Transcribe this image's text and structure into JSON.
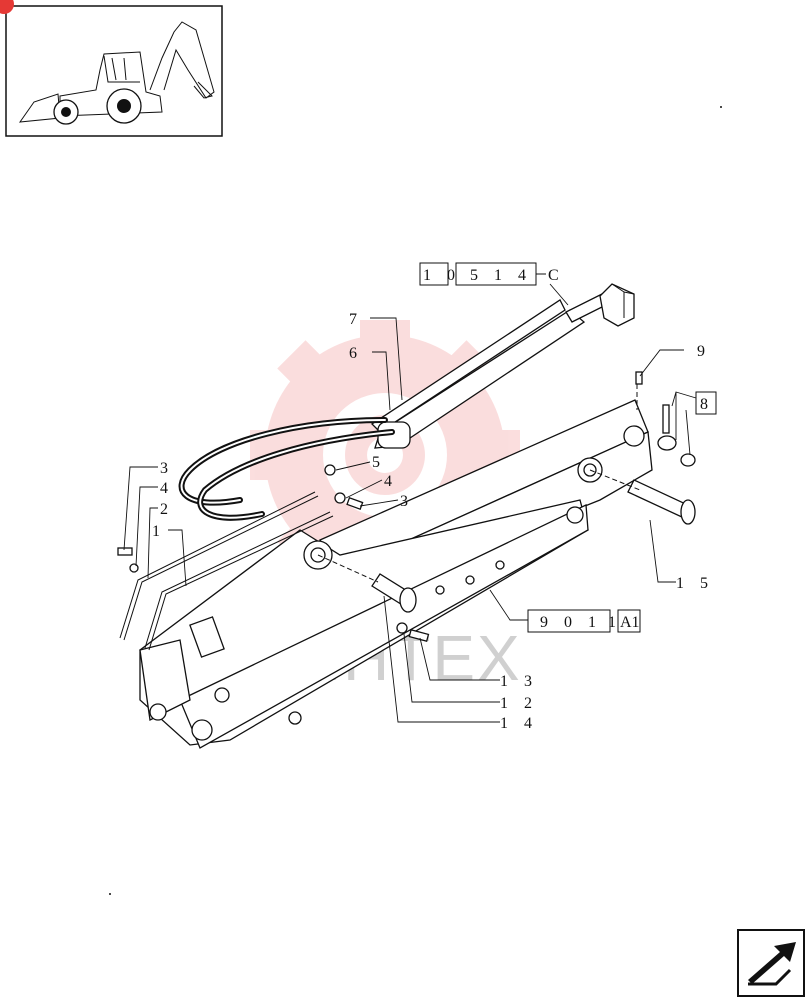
{
  "refs": {
    "top_ref": {
      "a": "1 0",
      "b": "5 1 4",
      "c": "C"
    },
    "mid_ref": {
      "a": "9 0 1",
      "b": "1",
      "c": "A1"
    }
  },
  "callouts": [
    {
      "id": "c7",
      "text": "7"
    },
    {
      "id": "c6",
      "text": "6"
    },
    {
      "id": "c5",
      "text": "5"
    },
    {
      "id": "c4a",
      "text": "4"
    },
    {
      "id": "c3a",
      "text": "3"
    },
    {
      "id": "c9",
      "text": "9"
    },
    {
      "id": "c8",
      "text": "8"
    },
    {
      "id": "c3b",
      "text": "3"
    },
    {
      "id": "c4b",
      "text": "4"
    },
    {
      "id": "c2",
      "text": "2"
    },
    {
      "id": "c1",
      "text": "1"
    },
    {
      "id": "c15",
      "text": "1 5"
    },
    {
      "id": "c13",
      "text": "1 3"
    },
    {
      "id": "c12",
      "text": "1 2"
    },
    {
      "id": "c14",
      "text": "1 4"
    }
  ],
  "watermark": {
    "text": "ИНТЕХ",
    "color": "#e53935"
  }
}
